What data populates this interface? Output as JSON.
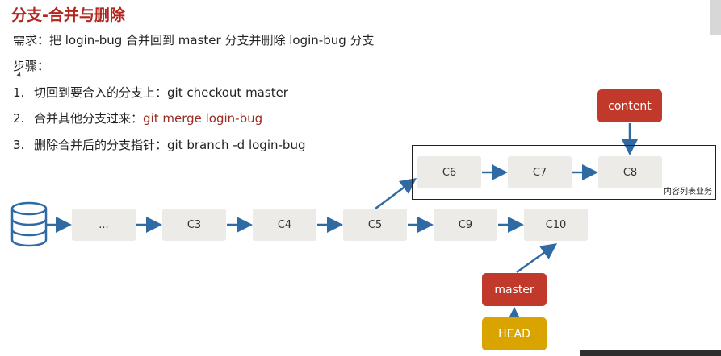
{
  "slide": {
    "title": "分支-合并与删除",
    "requirement": "需求：把 login-bug 合并回到 master 分支并删除 login-bug 分支",
    "steps_heading": "步骤：",
    "steps": [
      {
        "num": "1.",
        "text": "切回到要合入的分支上：",
        "cmd": "git checkout master"
      },
      {
        "num": "2.",
        "text": "合并其他分支过来：",
        "cmd": "git merge login-bug"
      },
      {
        "num": "3.",
        "text": "删除合并后的分支指针：",
        "cmd": "git branch -d login-bug"
      }
    ]
  },
  "diagram": {
    "main_nodes": [
      "...",
      "C3",
      "C4",
      "C5",
      "C9",
      "C10"
    ],
    "branch_nodes": [
      "C6",
      "C7",
      "C8"
    ],
    "frame_label": "内容列表业务",
    "pointers": {
      "content": "content",
      "master": "master",
      "head": "HEAD"
    }
  },
  "colors": {
    "title": "#b3261e",
    "pointer_red": "#c0392b",
    "pointer_gold": "#d9a400",
    "arrow": "#2f6aa3",
    "node_bg": "#ecebe7"
  }
}
